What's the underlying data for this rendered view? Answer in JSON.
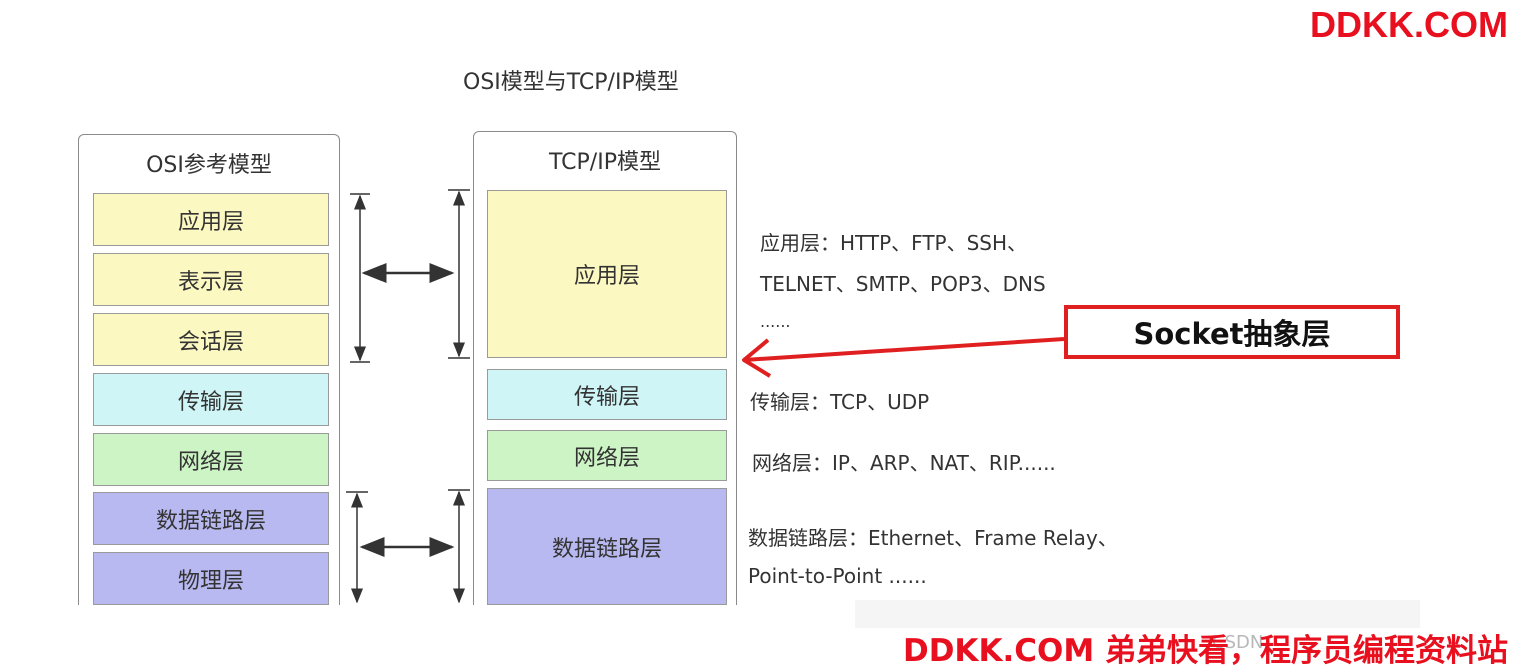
{
  "watermark_top": "DDKK.COM",
  "watermark_bottom": "DDKK.COM 弟弟快看，程序员编程资料站",
  "faint_watermark": "CSDN",
  "diagram_title": "OSI模型与TCP/IP模型",
  "osi": {
    "title": "OSI参考模型",
    "layers": [
      "应用层",
      "表示层",
      "会话层",
      "传输层",
      "网络层",
      "数据链路层",
      "物理层"
    ]
  },
  "tcpip": {
    "title": "TCP/IP模型",
    "layers": [
      "应用层",
      "传输层",
      "网络层",
      "数据链路层"
    ]
  },
  "protocols": {
    "app_line1": "应用层：HTTP、FTP、SSH、",
    "app_line2": "TELNET、SMTP、POP3、DNS",
    "app_line3": "......",
    "transport": "传输层：TCP、UDP",
    "network": "网络层：IP、ARP、NAT、RIP......",
    "datalink_line1": "数据链路层：Ethernet、Frame Relay、",
    "datalink_line2": "Point-to-Point ......"
  },
  "socket_label": "Socket抽象层",
  "colors": {
    "application": "#fbf8c1",
    "transport": "#cff5f6",
    "network": "#cdf4c5",
    "datalink": "#b9b9f1",
    "watermark": "#e8101f",
    "socket_border": "#e02020"
  }
}
